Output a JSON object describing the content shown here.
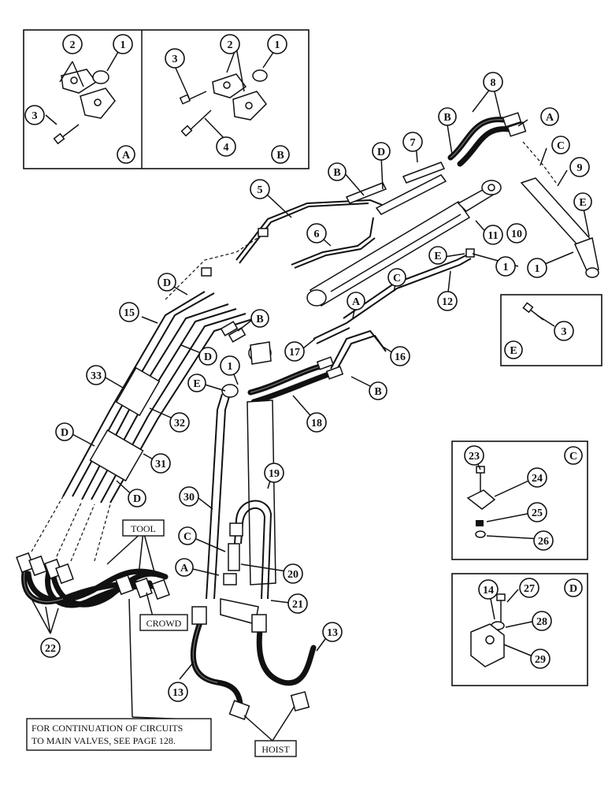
{
  "callouts": {
    "c1": "1",
    "c2": "2",
    "c3": "3",
    "c4": "4",
    "c5": "5",
    "c6": "6",
    "c7": "7",
    "c8": "8",
    "c9": "9",
    "c10": "10",
    "c11": "11",
    "c12": "12",
    "c13": "13",
    "c14": "14",
    "c15": "15",
    "c16": "16",
    "c17": "17",
    "c18": "18",
    "c19": "19",
    "c20": "20",
    "c21": "21",
    "c22": "22",
    "c23": "23",
    "c24": "24",
    "c25": "25",
    "c26": "26",
    "c27": "27",
    "c28": "28",
    "c29": "29",
    "c30": "30",
    "c31": "31",
    "c32": "32",
    "c33": "33"
  },
  "detail_letters": {
    "a": "A",
    "b": "B",
    "c": "C",
    "d": "D",
    "e": "E"
  },
  "labels": {
    "tool": "TOOL",
    "crowd": "CROWD",
    "hoist": "HOIST",
    "note_line1": "FOR CONTINUATION OF CIRCUITS",
    "note_line2": "TO MAIN VALVES, SEE PAGE 128."
  }
}
